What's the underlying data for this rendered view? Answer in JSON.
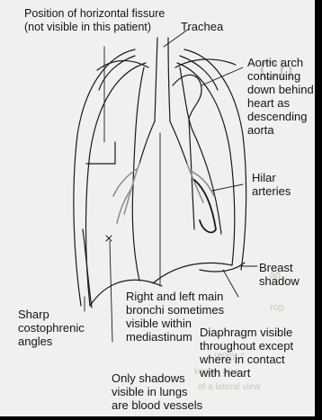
{
  "labels": {
    "horizontal_fissure": "Position of horizontal fissure\n(not visible in this patient)",
    "trachea": "Trachea",
    "aortic_arch": "Aortic arch\ncontinuing\ndown behind\nheart as\ndescending\naorta",
    "hilar_arteries": "Hilar\narteries",
    "breast_shadow": "Breast\nshadow",
    "main_bronchi": "Right and left main\nbronchi sometimes\nvisible within\nmediastinum",
    "costophrenic": "Sharp\ncostophrenic\nangles",
    "diaphragm": "Diaphragm visible\nthroughout except\nwhere in contact\nwith heart",
    "blood_vessels": "Only shadows\nvisible in lungs\nare blood vessels"
  },
  "colors": {
    "paper": "#f1f0ee",
    "ink": "#141414",
    "vessel_shading": "#8f8f8f",
    "page_edge": "#000000"
  }
}
